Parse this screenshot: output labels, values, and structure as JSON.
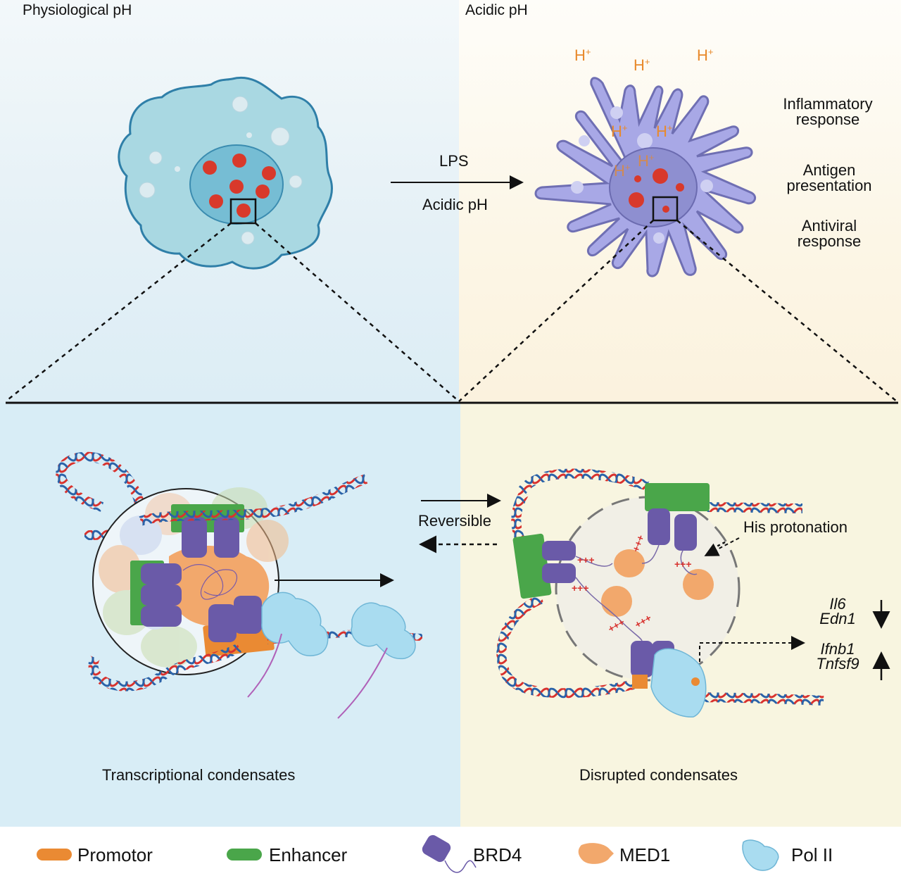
{
  "top": {
    "left_header": "Physiological pH",
    "right_header": "Acidic pH",
    "transition": {
      "above_arrow": "LPS",
      "below_arrow": "Acidic pH"
    },
    "proton_label": "H",
    "proton_charge": "+",
    "responses": [
      {
        "line1": "Inflammatory",
        "line2": "response"
      },
      {
        "line1": "Antigen",
        "line2": "presentation"
      },
      {
        "line1": "Antiviral",
        "line2": "response"
      }
    ]
  },
  "bottom": {
    "left_caption": "Transcriptional condensates",
    "right_caption": "Disrupted condensates",
    "reversible_label": "Reversible",
    "his_protonation_label": "His protonation",
    "charge_marks": "+++",
    "genes_down": [
      "Il6",
      "Edn1"
    ],
    "genes_up": [
      "Ifnb1",
      "Tnfsf9"
    ]
  },
  "legend": {
    "items": [
      {
        "label": "Promotor",
        "icon": "promotor-pill",
        "color": "#ea8a33"
      },
      {
        "label": "Enhancer",
        "icon": "enhancer-pill",
        "color": "#4aa64a"
      },
      {
        "label": "BRD4",
        "icon": "brd4-protein",
        "color": "#6a5aa8"
      },
      {
        "label": "MED1",
        "icon": "med1-protein",
        "color": "#f2a86c"
      },
      {
        "label": "Pol II",
        "icon": "pol2-protein",
        "color": "#a9dcf0"
      }
    ]
  },
  "colors": {
    "physiological_cell": "#a9d8e2",
    "acidic_cell": "#a8a8e6",
    "nucleolus_red": "#d8392b",
    "dna_red": "#d8322e",
    "dna_blue": "#2a62a8"
  }
}
